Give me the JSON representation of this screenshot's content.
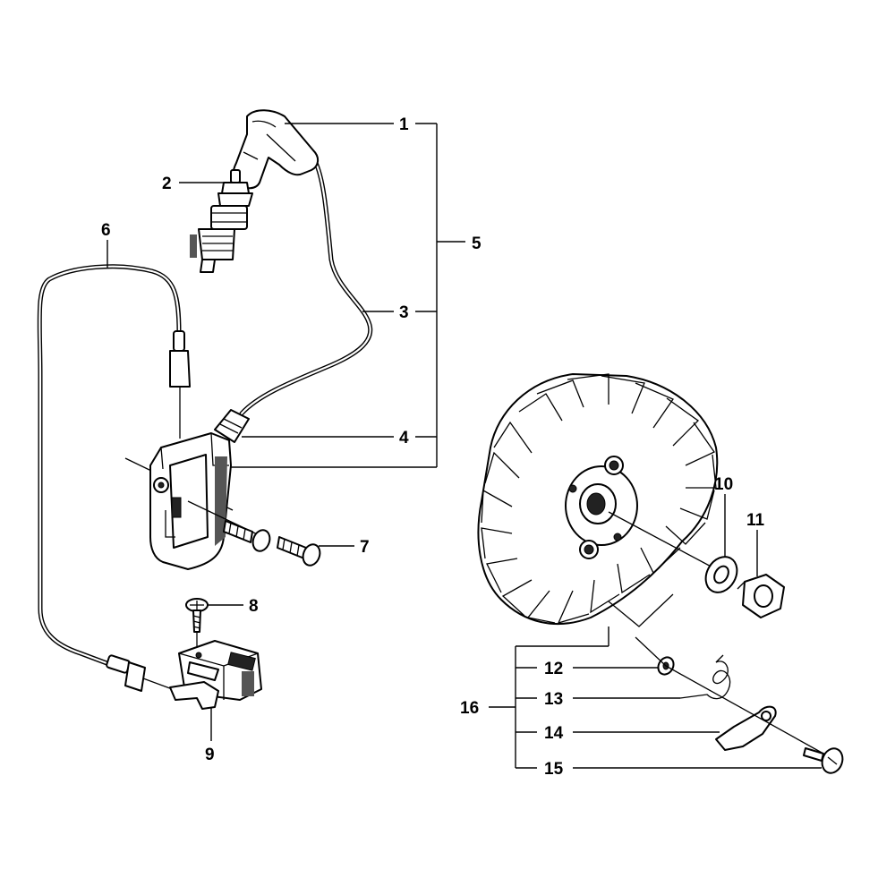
{
  "callouts": {
    "c1": "1",
    "c2": "2",
    "c3": "3",
    "c4": "4",
    "c5": "5",
    "c6": "6",
    "c7": "7",
    "c8": "8",
    "c9": "9",
    "c10": "10",
    "c11": "11",
    "c12": "12",
    "c13": "13",
    "c14": "14",
    "c15": "15",
    "c16": "16"
  },
  "icons": {
    "spark_plug": "spark-plug-icon",
    "spark_plug_boot": "spark-plug-boot-icon",
    "ignition_module": "ignition-module-icon",
    "flywheel": "flywheel-icon",
    "switch": "stop-switch-icon"
  }
}
